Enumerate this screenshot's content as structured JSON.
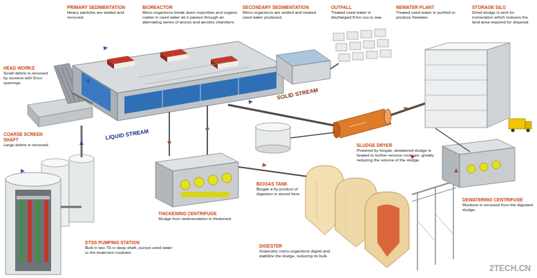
{
  "diagram": {
    "nodes": [
      {
        "text": [
          "HEAD WORKS",
          "Small debris is removed by screens with 5mm openings."
        ]
      },
      {
        "text": [
          "PRIMARY SEDIMENTATION",
          "Heavy particles are settled and removed."
        ]
      },
      {
        "text": [
          "BIOREACTOR",
          "Micro-organisms break down impurities and organic matter in used water as it passes through an alternating series of anoxic and aerobic chambers."
        ]
      },
      {
        "text": [
          "SECONDARY SEDIMENTATION",
          "Micro-organisms are settled and treated used water produced."
        ]
      },
      {
        "text": [
          "OUTFALL",
          "Treated used water is discharged 5-km out to sea."
        ]
      },
      {
        "text": [
          "NEWATER PLANT",
          "Treated used water is purified to produce Newater."
        ]
      },
      {
        "text": [
          "STORAGE SILO",
          "Dried sludge is sent for incineration which reduces the land area required for disposal."
        ]
      },
      {
        "text": [
          "COARSE SCREEN SHAFT",
          "Large debris is removed."
        ]
      },
      {
        "text": [
          "SLUDGE DRYER",
          "Powered by biogas, dewatered sludge is heated to further remove moisture, greatly reducing the volume of the sludge."
        ]
      },
      {
        "text": [
          "BIOGAS TANK",
          "Biogas a by-product of digestion is stored here."
        ]
      },
      {
        "text": [
          "DEWATERING CENTRIFUGE",
          "Moisture is removed from the digested sludge."
        ]
      },
      {
        "text": [
          "THICKENING CENTRIFUGE",
          "Sludge from sedimentation is thickened."
        ]
      },
      {
        "text": [
          "DTSS PUMPING STATION",
          "Built in two 70-m deep shaft, pumps used water to the treatment modules."
        ]
      },
      {
        "text": [
          "DIGESTER",
          "Anaerobic micro-organisms digest and stabilize the sludge, reducing its bulk."
        ]
      }
    ],
    "labels": [
      "LIQUID STREAM",
      "SOLID STREAM",
      "2TECH.CN"
    ]
  }
}
